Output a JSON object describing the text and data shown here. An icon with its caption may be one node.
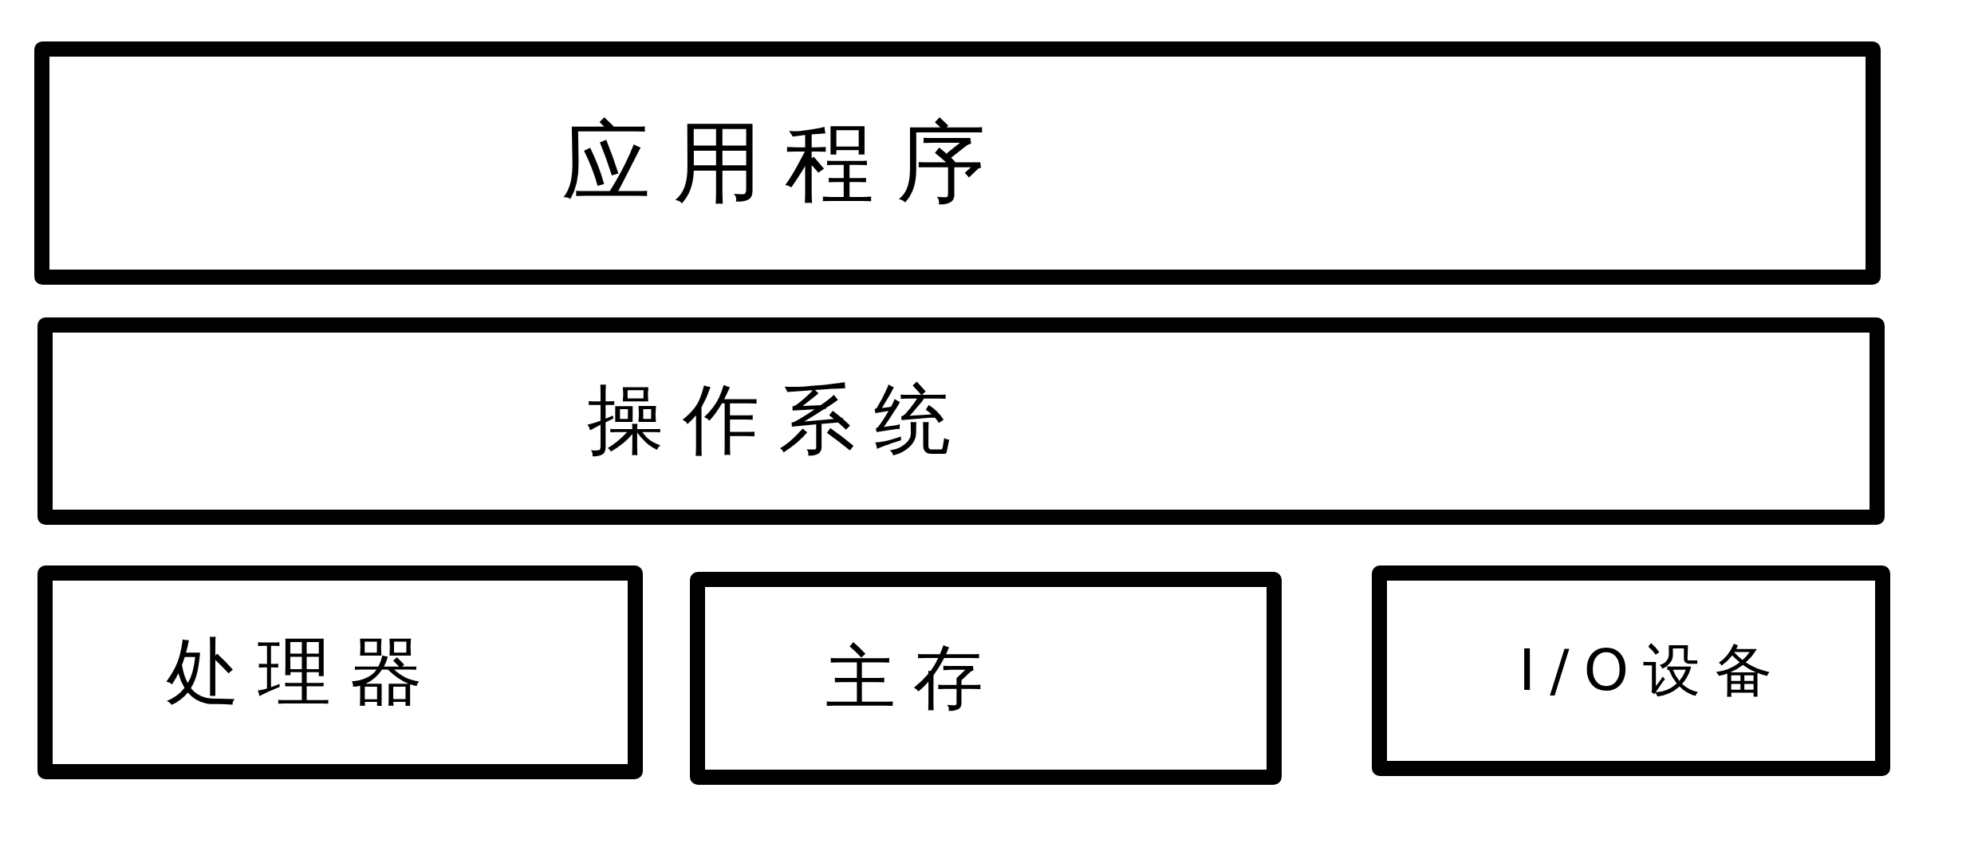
{
  "diagram": {
    "nodes": [
      {
        "text": [
          "应用程序"
        ]
      },
      {
        "text": [
          "操作系统"
        ]
      },
      {
        "text": [
          "处理器"
        ]
      },
      {
        "text": [
          "主存"
        ]
      },
      {
        "text": [
          "I/O设备"
        ]
      }
    ]
  }
}
